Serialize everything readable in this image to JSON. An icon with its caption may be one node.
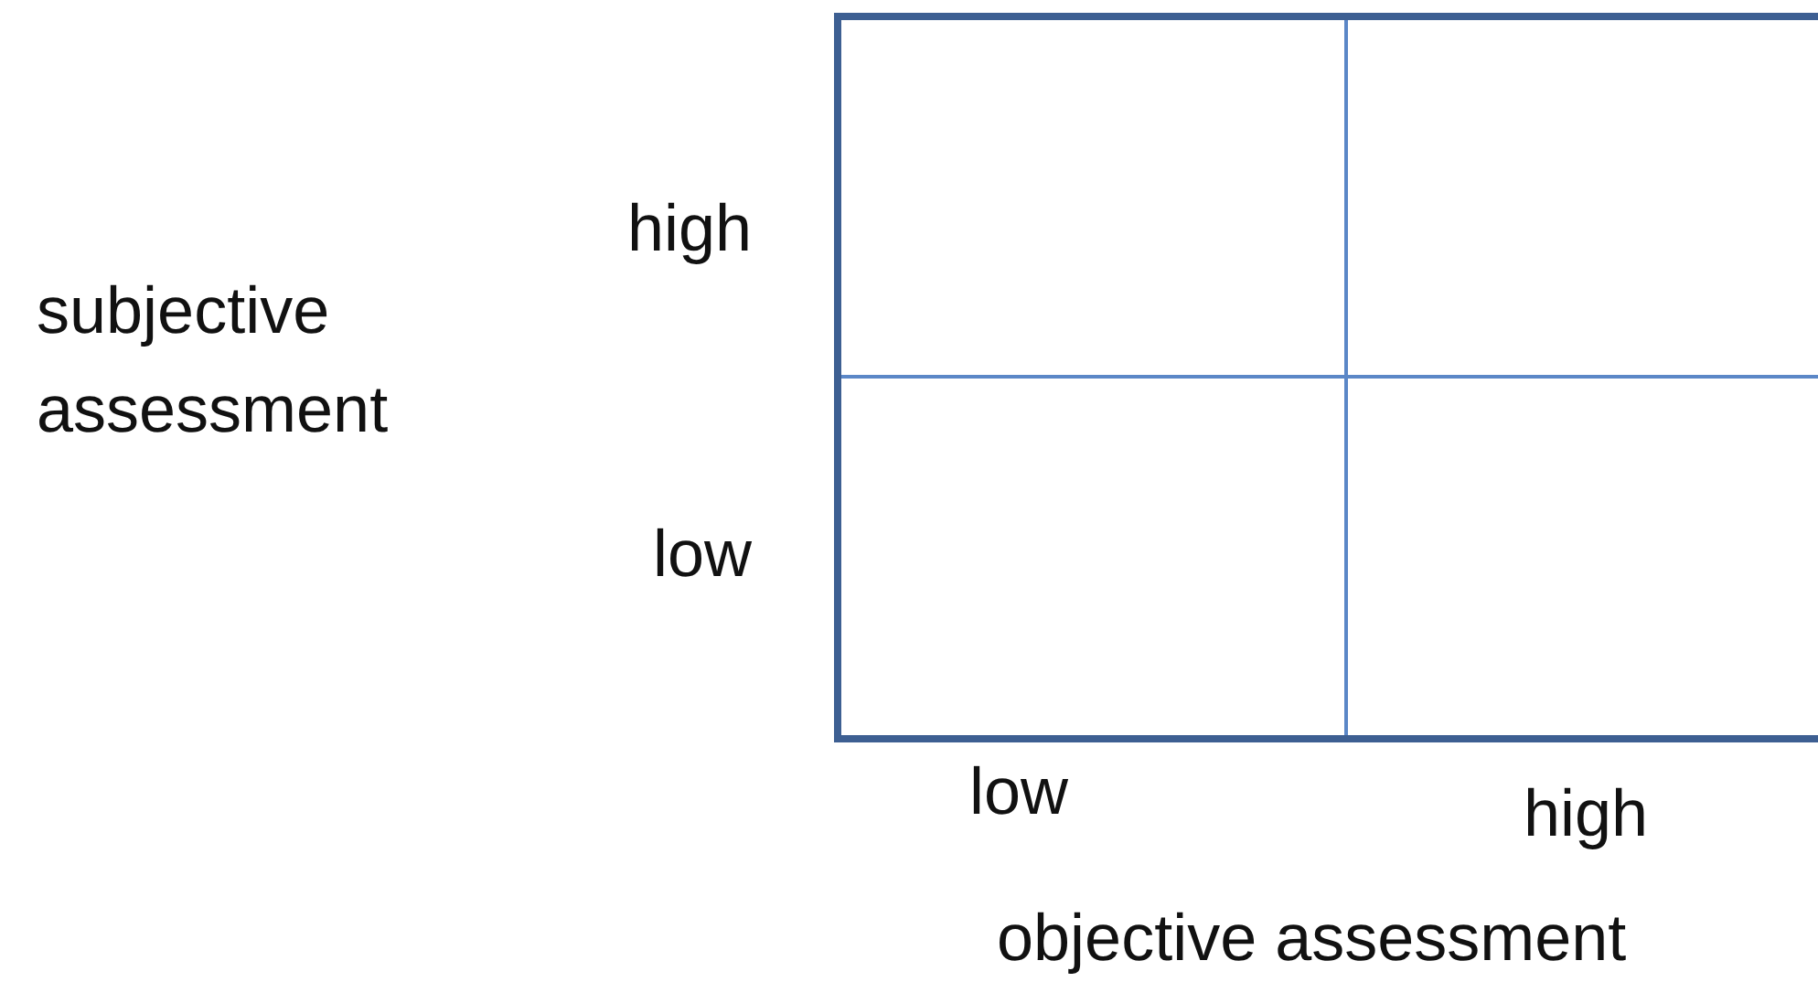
{
  "diagram": {
    "labels": [
      "high",
      "subjective assessment",
      "low",
      "low",
      "high",
      "objective assessment"
    ]
  }
}
